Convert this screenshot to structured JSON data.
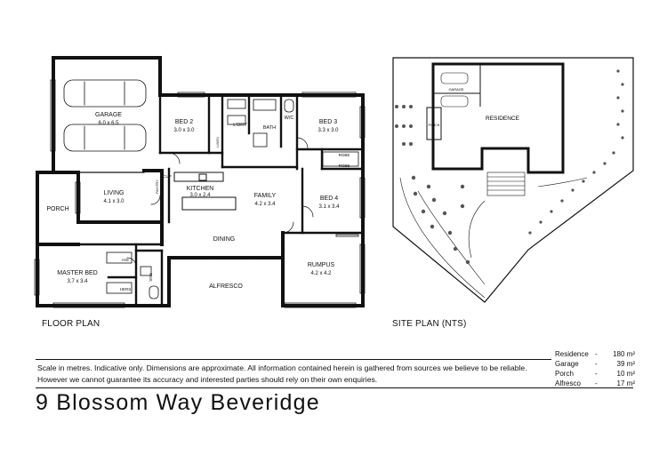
{
  "floor_plan": {
    "caption": "FLOOR PLAN",
    "rooms": {
      "garage": {
        "name": "GARAGE",
        "dims": "6.0 x 6.5"
      },
      "bed2": {
        "name": "BED 2",
        "dims": "3.0 x 3.0"
      },
      "bed3": {
        "name": "BED 3",
        "dims": "3.3 x 3.0"
      },
      "bed4": {
        "name": "BED 4",
        "dims": "3.1 x 3.4"
      },
      "living": {
        "name": "LIVING",
        "dims": "4.1 x 3.0"
      },
      "kitchen": {
        "name": "KITCHEN",
        "dims": "3.0 x 2.4"
      },
      "family": {
        "name": "FAMILY",
        "dims": "4.2 x 3.4"
      },
      "master": {
        "name": "MASTER BED",
        "dims": "3.7 x 3.4"
      },
      "rumpus": {
        "name": "RUMPUS",
        "dims": "4.2 x 4.2"
      },
      "porch": {
        "name": "PORCH"
      },
      "dining": {
        "name": "DINING"
      },
      "alfresco": {
        "name": "ALFRESCO"
      },
      "ldry": {
        "name": "L'DRY"
      },
      "bath": {
        "name": "BATH"
      },
      "wc": {
        "name": "W/C"
      },
      "robe1": {
        "name": "ROBE"
      },
      "robe2": {
        "name": "ROBE"
      },
      "linen": {
        "name": "LINEN"
      },
      "pantry": {
        "name": "PANTRY"
      },
      "cup": {
        "name": "CUP"
      },
      "his": {
        "name": "HIS"
      },
      "hers": {
        "name": "HERS"
      },
      "ens": {
        "name": "ENS"
      }
    }
  },
  "site_plan": {
    "caption": "SITE PLAN (NTS)",
    "residence": "RESIDENCE",
    "garage": "GARAGE",
    "porch": "PORCH"
  },
  "scale": {
    "ticks": [
      "0",
      "1",
      "2",
      "3",
      "4",
      "5"
    ]
  },
  "disclaimer": "Scale in metres. Indicative only. Dimensions are approximate.  All information contained herein is gathered from sources we believe to be reliable. However we cannot guarantee its accuracy and interested parties should rely on their own enquiries.",
  "areas": [
    {
      "label": "Residence",
      "value": "180 m²"
    },
    {
      "label": "Garage",
      "value": "39 m²"
    },
    {
      "label": "Porch",
      "value": "10 m²"
    },
    {
      "label": "Alfresco",
      "value": "17 m²"
    }
  ],
  "address": "9 Blossom Way Beveridge"
}
